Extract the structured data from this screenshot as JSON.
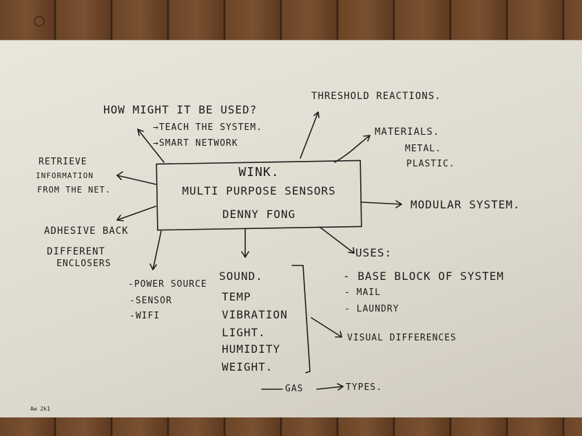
{
  "board": {
    "title": "WINK.",
    "subtitle": "MULTI PURPOSE SENSORS",
    "author": "DENNY FONG"
  },
  "nodes": {
    "how_used": "HOW MIGHT IT BE USED?",
    "how_used_items": [
      "→TEACH THE SYSTEM.",
      "→SMART NETWORK"
    ],
    "threshold": "THRESHOLD REACTIONS.",
    "materials": [
      "MATERIALS.",
      "METAL.",
      "PLASTIC."
    ],
    "retrieve": [
      "RETRIEVE",
      "INFORMATION",
      "FROM THE NET."
    ],
    "modular": "MODULAR SYSTEM.",
    "adhesive": [
      "ADHESIVE BACK",
      "DIFFERENT",
      "ENCLOSERS"
    ],
    "uses_title": "USES:",
    "uses_items": [
      "- BASE BLOCK OF SYSTEM",
      "- MAIL",
      "- LAUNDRY"
    ],
    "power_items": [
      "-POWER SOURCE",
      "-SENSOR",
      "-WIFI"
    ],
    "sensors": [
      "SOUND.",
      "TEMP",
      "VIBRATION",
      "LIGHT.",
      "HUMIDITY",
      "WEIGHT."
    ],
    "visual": "VISUAL DIFFERENCES",
    "gas": "GAS",
    "types": "TYPES."
  },
  "corner_note": "Aw 2k1",
  "colors": {
    "ink": "#1b1b1b",
    "board": "#e6e2d7",
    "wood": "#6b4527"
  }
}
